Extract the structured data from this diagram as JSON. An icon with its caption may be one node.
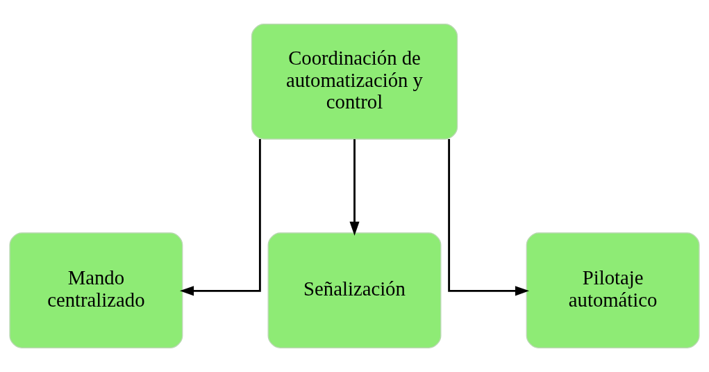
{
  "diagram": {
    "nodes": [
      {
        "text": [
          "Coordinación de automatización y control"
        ]
      },
      {
        "text": [
          "Mando centralizado"
        ]
      },
      {
        "text": [
          "Señalización"
        ]
      },
      {
        "text": [
          "Pilotaje automático"
        ]
      }
    ],
    "edges": [
      {
        "from": 0,
        "to": 1,
        "arrow": "to"
      },
      {
        "from": 0,
        "to": 2,
        "arrow": "to"
      },
      {
        "from": 0,
        "to": 3,
        "arrow": "to"
      }
    ]
  }
}
